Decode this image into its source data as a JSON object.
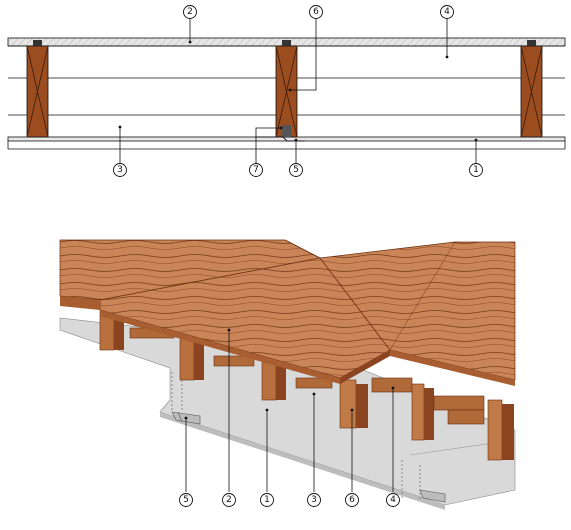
{
  "section_callouts": [
    "1",
    "2",
    "3",
    "4",
    "5",
    "6",
    "7"
  ],
  "iso_callouts": [
    "5",
    "2",
    "1",
    "3",
    "6",
    "4"
  ],
  "colors": {
    "timber": "#9b4d1f",
    "timber_dark": "#6a2e10",
    "board": "#c8805a",
    "board_top": "#d49468",
    "gypsum": "#d8d8d8",
    "line": "#111111"
  }
}
